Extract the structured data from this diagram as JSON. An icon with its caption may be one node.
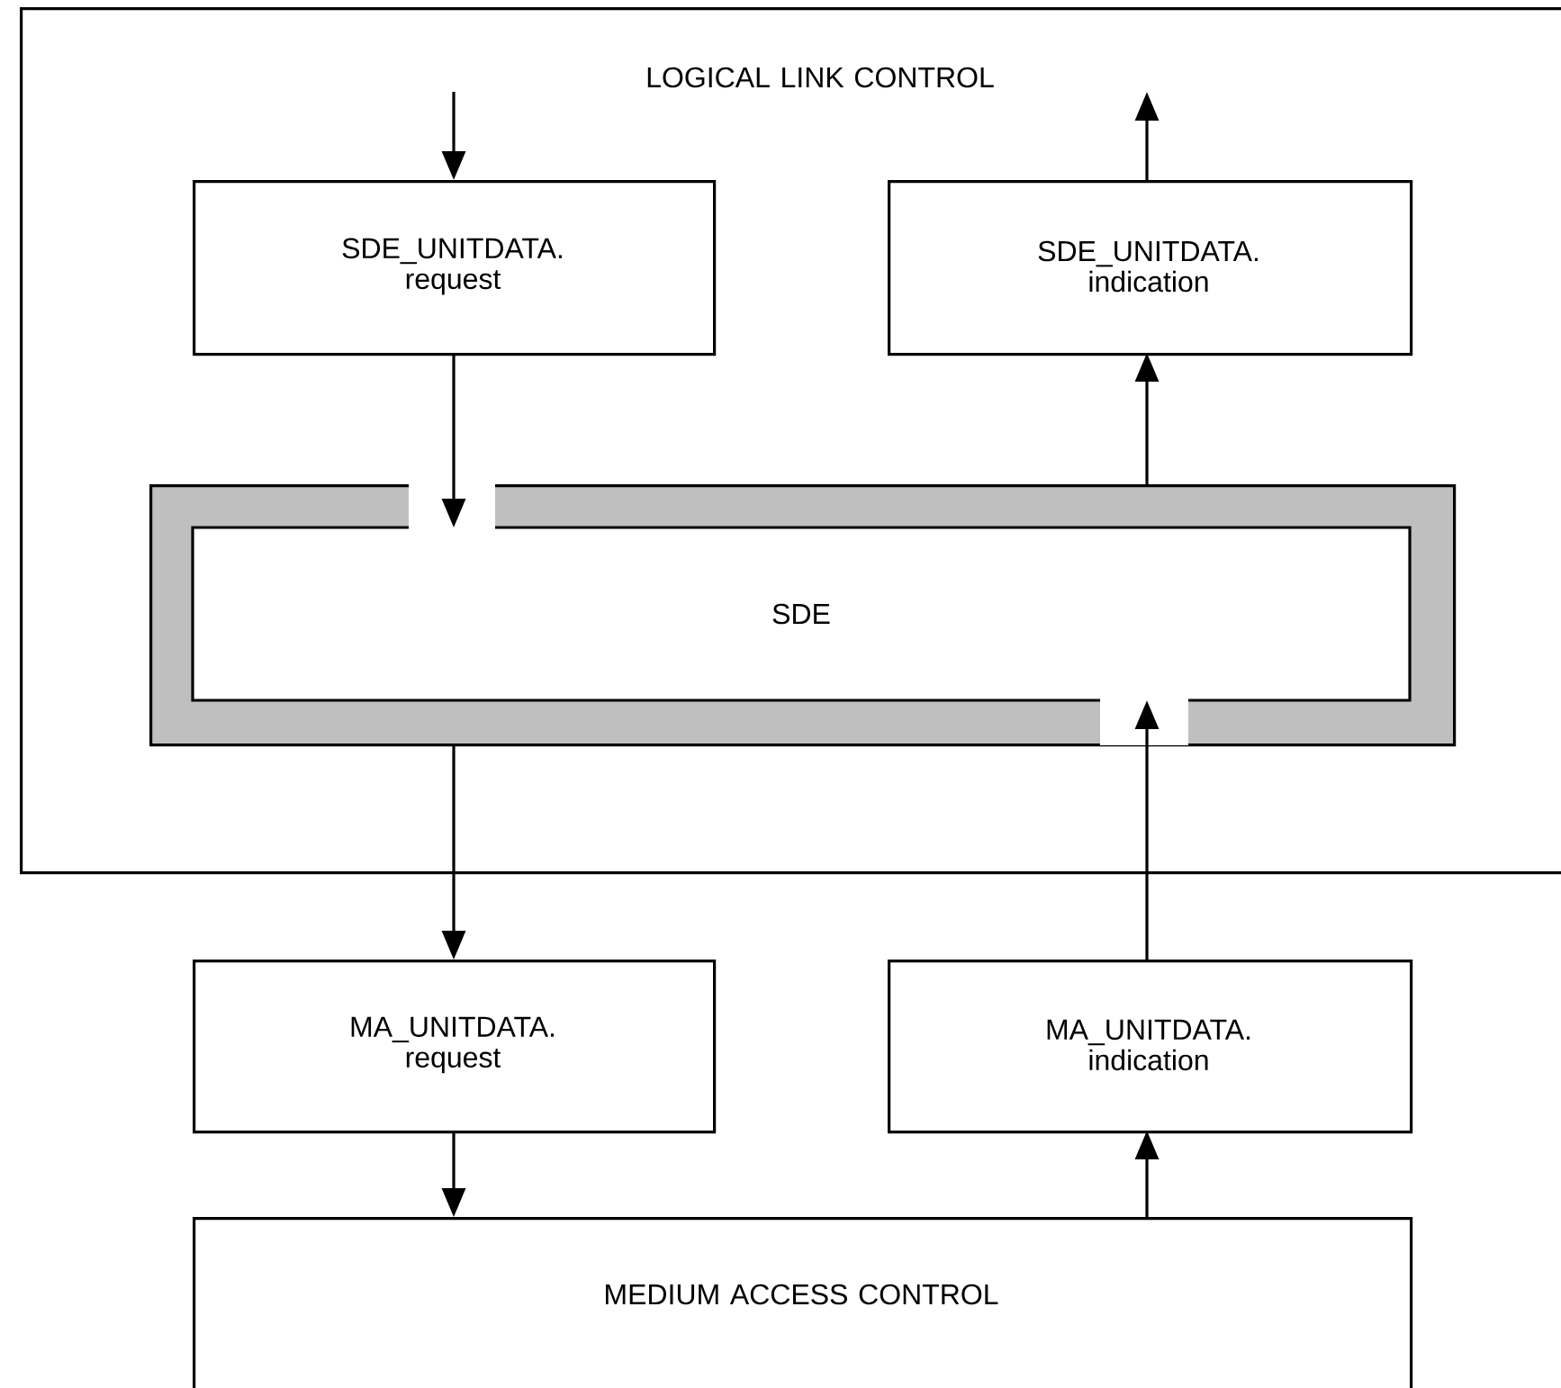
{
  "diagram": {
    "nodes": [
      {
        "text": [
          "LOGICAL LINK CONTROL"
        ]
      },
      {
        "text": [
          "SDE_UNITDATA. request"
        ],
        "in": 0
      },
      {
        "text": [
          "SDE_UNITDATA. indication"
        ],
        "in": 0
      },
      {
        "text": [
          "SDE"
        ],
        "in": 0
      },
      {
        "text": [
          "MA_UNITDATA. request"
        ]
      },
      {
        "text": [
          "MA_UNITDATA. indication"
        ]
      },
      {
        "text": [
          "MEDIUM ACCESS CONTROL"
        ]
      }
    ],
    "edges": [
      {
        "from": null,
        "to": 1,
        "arrow": "to"
      },
      {
        "from": 2,
        "to": null,
        "arrow": "to"
      },
      {
        "from": 1,
        "to": 3,
        "arrow": "to"
      },
      {
        "from": 3,
        "to": 2,
        "arrow": "to"
      },
      {
        "from": 3,
        "to": 4,
        "arrow": "to"
      },
      {
        "from": 5,
        "to": 3,
        "arrow": "to"
      },
      {
        "from": 4,
        "to": 6,
        "arrow": "to"
      },
      {
        "from": 6,
        "to": 5,
        "arrow": "to"
      }
    ]
  }
}
